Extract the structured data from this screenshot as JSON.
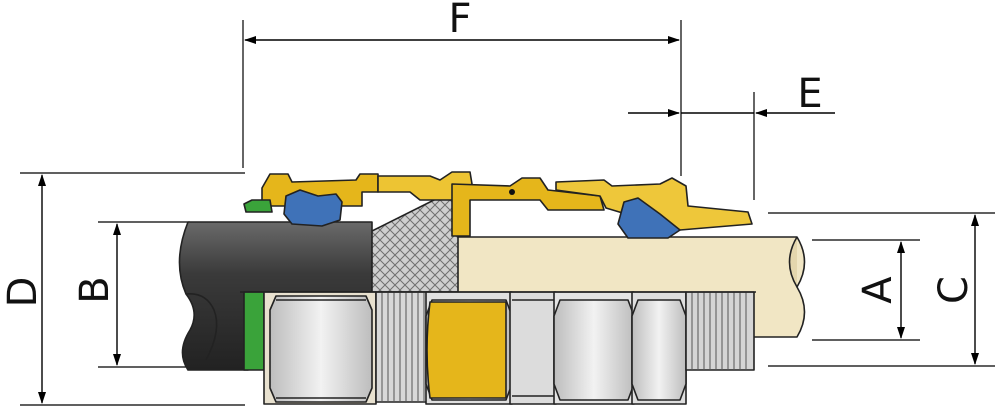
{
  "labels": {
    "F": "F",
    "E": "E",
    "D": "D",
    "B": "B",
    "A": "A",
    "C": "C"
  },
  "colors": {
    "brass": "#e5b61b",
    "brass_light": "#f3d45c",
    "seal_blue": "#3f72b8",
    "seal_green": "#3aa33a",
    "outer_sheath": "#3b3b3b",
    "inner_sheath": "#f1e6c4",
    "braid": "#c8c8c8",
    "metal_light": "#e6e6e6",
    "metal_mid": "#cfcfcf"
  },
  "icons": {
    "cross_section": "cable-gland-cross-section"
  }
}
